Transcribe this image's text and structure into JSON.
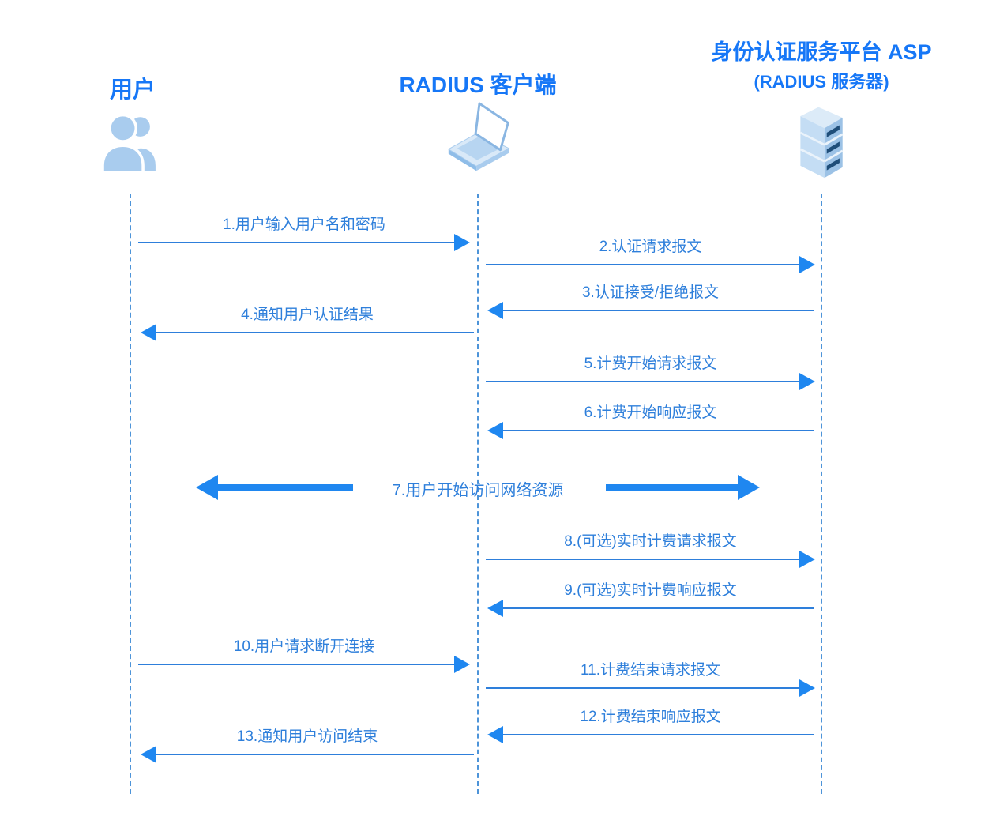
{
  "diagram": {
    "type": "sequence-diagram",
    "topic": "RADIUS",
    "actors": {
      "user": {
        "label": "用户",
        "icon": "users-icon"
      },
      "client": {
        "label": "RADIUS 客户端",
        "icon": "laptop-icon"
      },
      "server": {
        "label": "身份认证服务平台 ASP",
        "sublabel": "(RADIUS 服务器)",
        "icon": "server-icon"
      }
    },
    "messages": [
      {
        "num": 1,
        "label": "1.用户输入用户名和密码",
        "from": "user",
        "to": "client"
      },
      {
        "num": 2,
        "label": "2.认证请求报文",
        "from": "client",
        "to": "server"
      },
      {
        "num": 3,
        "label": "3.认证接受/拒绝报文",
        "from": "server",
        "to": "client"
      },
      {
        "num": 4,
        "label": "4.通知用户认证结果",
        "from": "client",
        "to": "user"
      },
      {
        "num": 5,
        "label": "5.计费开始请求报文",
        "from": "client",
        "to": "server"
      },
      {
        "num": 6,
        "label": "6.计费开始响应报文",
        "from": "server",
        "to": "client"
      },
      {
        "num": 7,
        "label": "7.用户开始访问网络资源",
        "from": "user",
        "to": "server",
        "bidirectional": true
      },
      {
        "num": 8,
        "label": "8.(可选)实时计费请求报文",
        "from": "client",
        "to": "server"
      },
      {
        "num": 9,
        "label": "9.(可选)实时计费响应报文",
        "from": "server",
        "to": "client"
      },
      {
        "num": 10,
        "label": "10.用户请求断开连接",
        "from": "user",
        "to": "client"
      },
      {
        "num": 11,
        "label": "11.计费结束请求报文",
        "from": "client",
        "to": "server"
      },
      {
        "num": 12,
        "label": "12.计费结束响应报文",
        "from": "server",
        "to": "client"
      },
      {
        "num": 13,
        "label": "13.通知用户访问结束",
        "from": "client",
        "to": "user"
      }
    ],
    "colors": {
      "header_text": "#1677F7",
      "message_text": "#2E7FDB",
      "arrow": "#1F87F0",
      "lifeline": "#4D94D9",
      "icon_fill": "#A9CCEE"
    }
  }
}
